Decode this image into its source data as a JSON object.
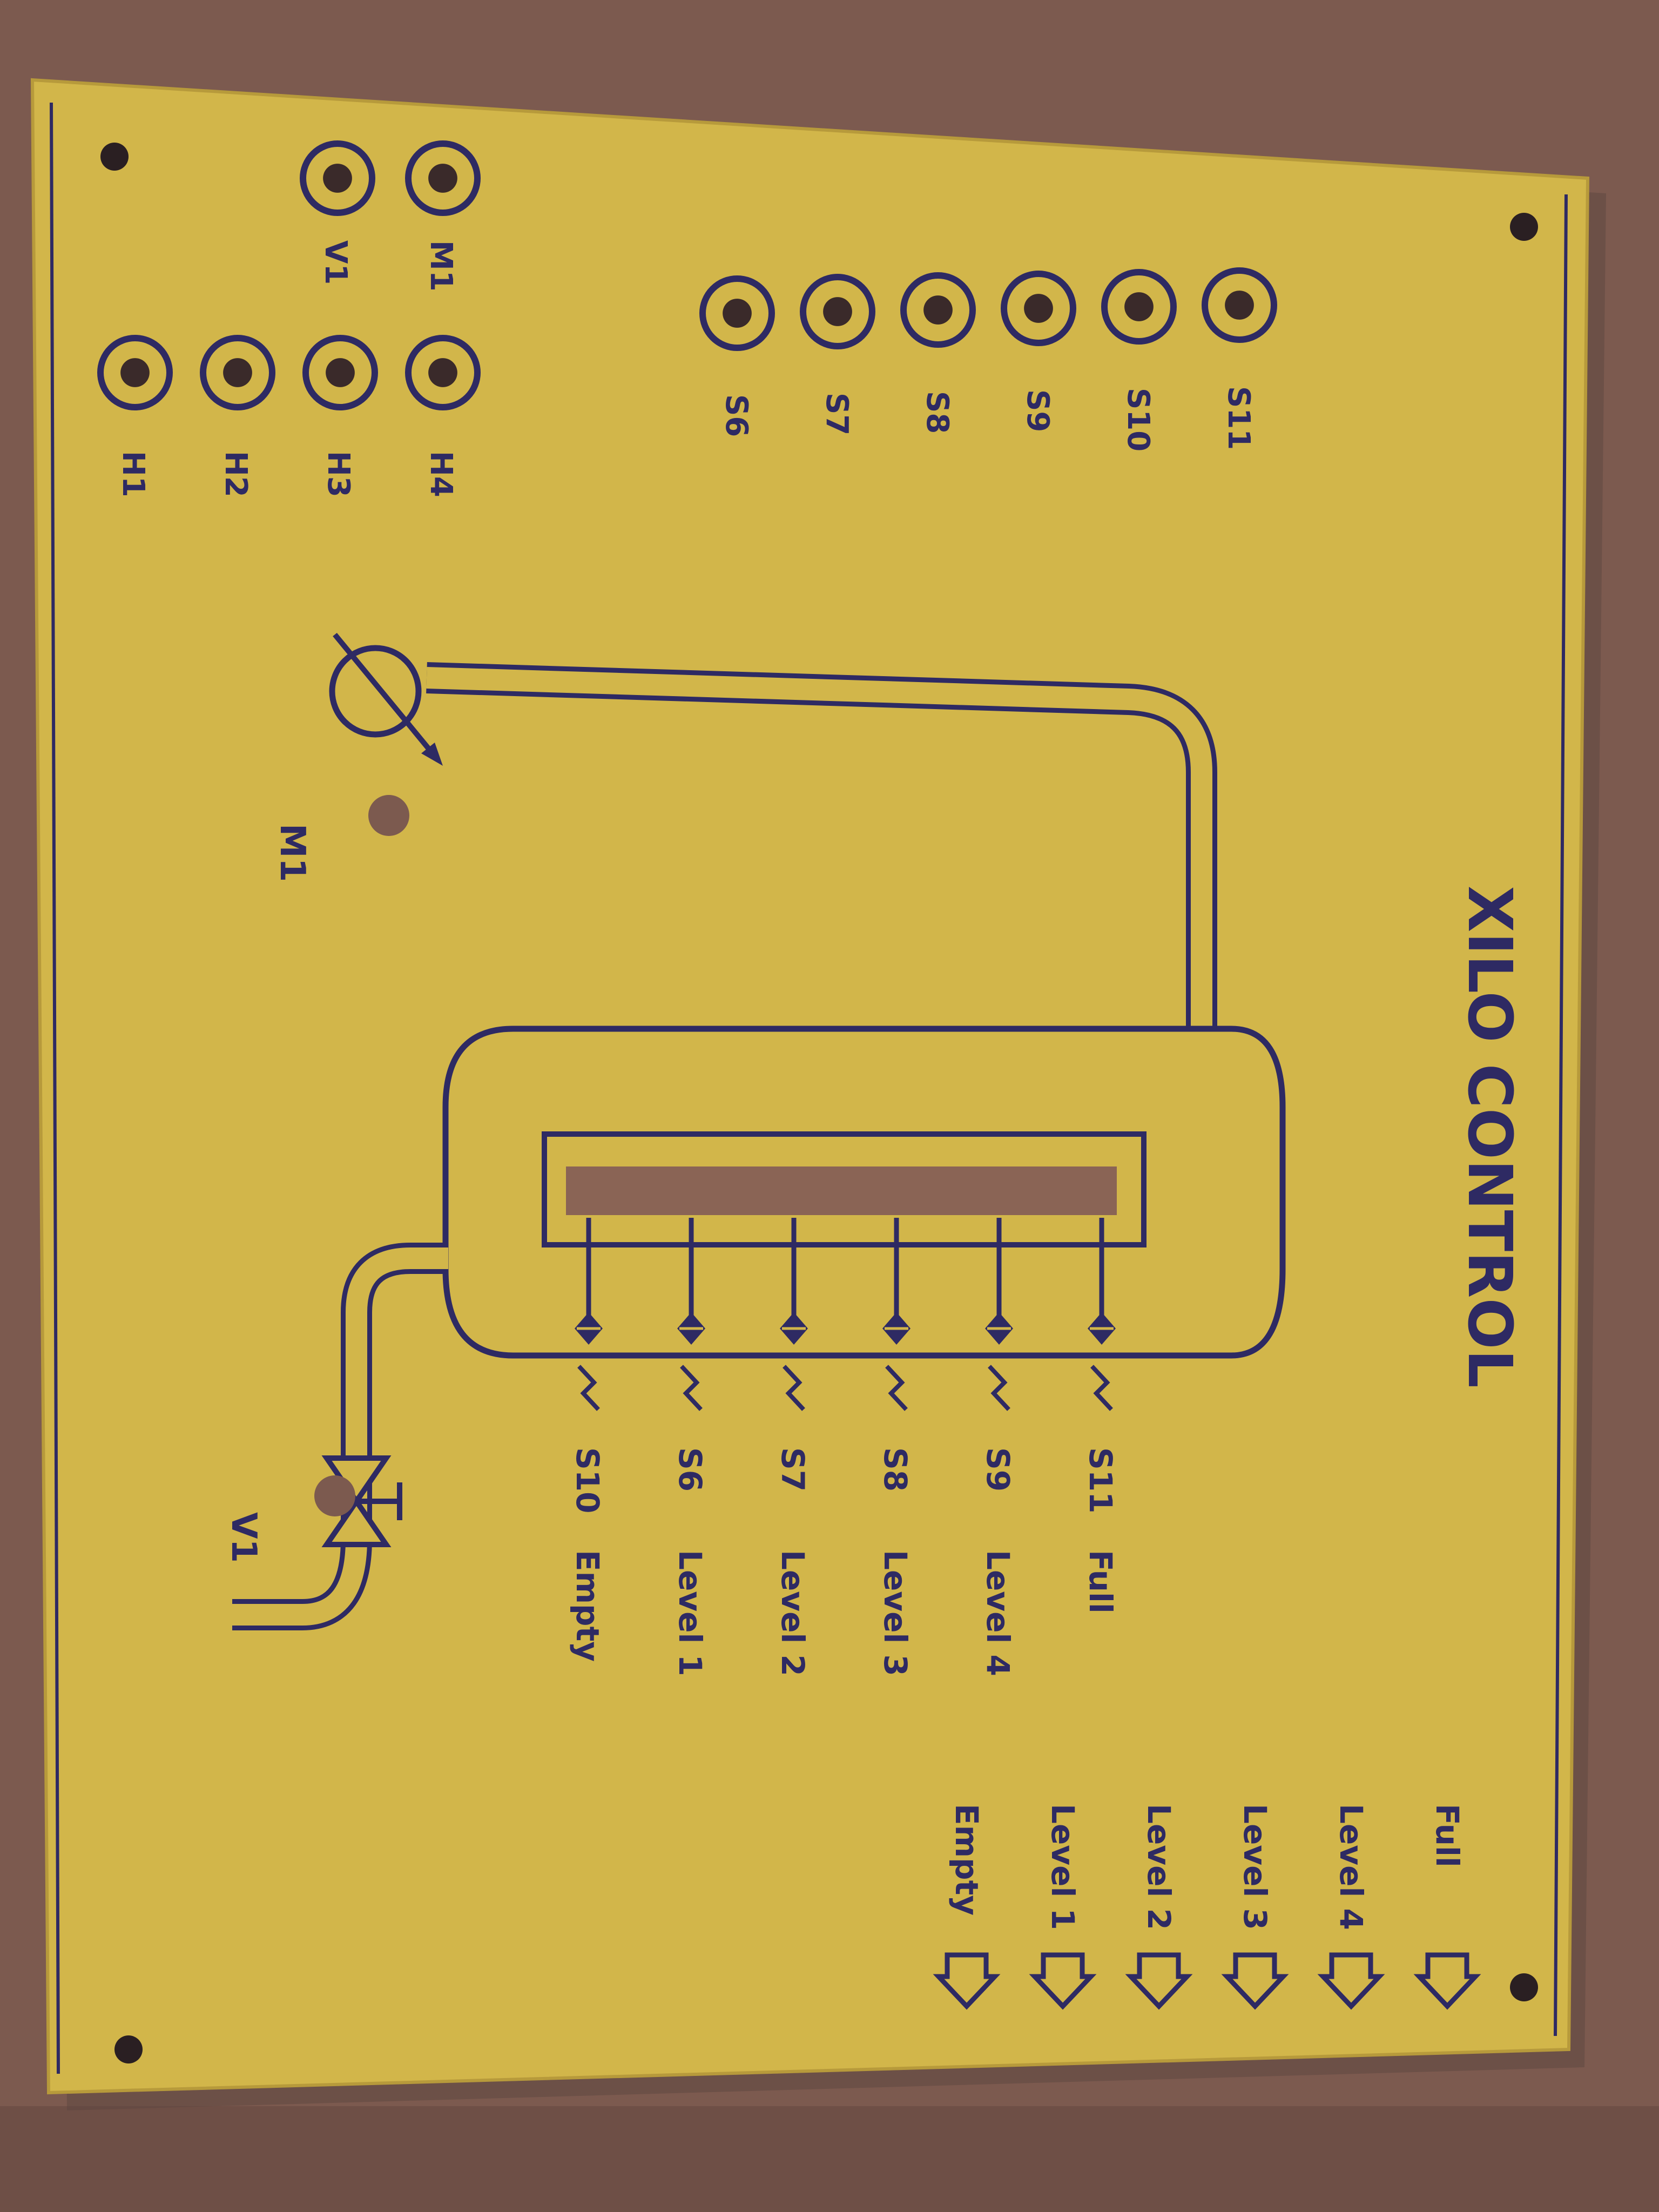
{
  "title": "XILO CONTROL",
  "panel_color": "#d2b64a",
  "ink_color": "#2e2a63",
  "sensor_sockets": [
    "S11",
    "S10",
    "S9",
    "S8",
    "S7",
    "S6"
  ],
  "left_sockets": {
    "top_row": [
      "M1",
      "V1"
    ],
    "bottom_row": [
      "H4",
      "H3",
      "H2",
      "H1"
    ]
  },
  "motor_label": "M1",
  "valve_label": "V1",
  "tank_sensors": [
    {
      "sensor": "S11",
      "level": "Full"
    },
    {
      "sensor": "S9",
      "level": "Level 4"
    },
    {
      "sensor": "S8",
      "level": "Level 3"
    },
    {
      "sensor": "S7",
      "level": "Level 2"
    },
    {
      "sensor": "S6",
      "level": "Level 1"
    },
    {
      "sensor": "S10",
      "level": "Empty"
    }
  ],
  "indicators": [
    "Full",
    "Level 4",
    "Level 3",
    "Level 2",
    "Level 1",
    "Empty"
  ]
}
